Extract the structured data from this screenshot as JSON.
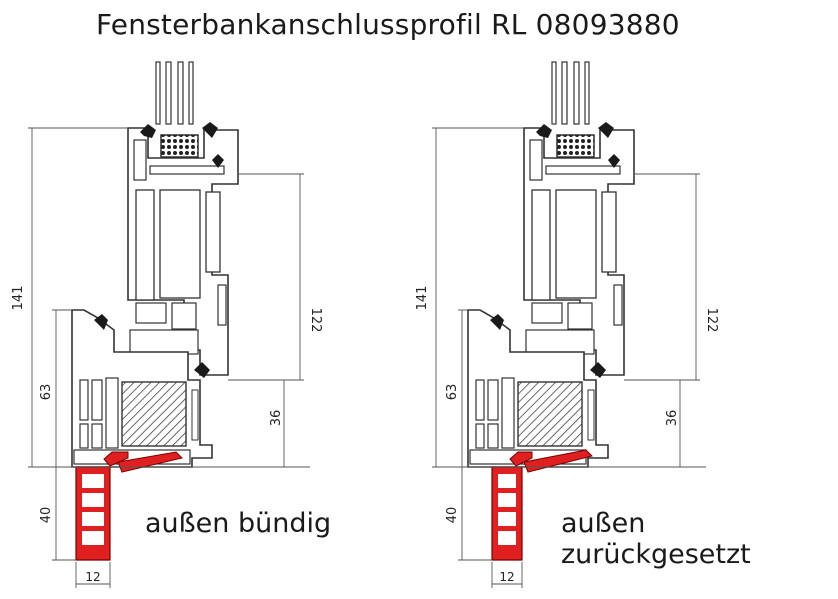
{
  "title": "Fensterbankanschlussprofil RL 08093880",
  "variants": [
    {
      "id": "left",
      "caption": "außen bündig",
      "dimensions": {
        "total_height": "141",
        "frame_height": "63",
        "sash_height": "122",
        "lower_height": "36",
        "profile_height": "40",
        "profile_width": "12"
      }
    },
    {
      "id": "right",
      "caption": "außen zurückgesetzt",
      "dimensions": {
        "total_height": "141",
        "frame_height": "63",
        "sash_height": "122",
        "lower_height": "36",
        "profile_height": "40",
        "profile_width": "12"
      }
    }
  ],
  "colors": {
    "profile_red": "#e02020",
    "gasket_black": "#1a1a1a",
    "line": "#333333",
    "dim_line": "#555555"
  }
}
